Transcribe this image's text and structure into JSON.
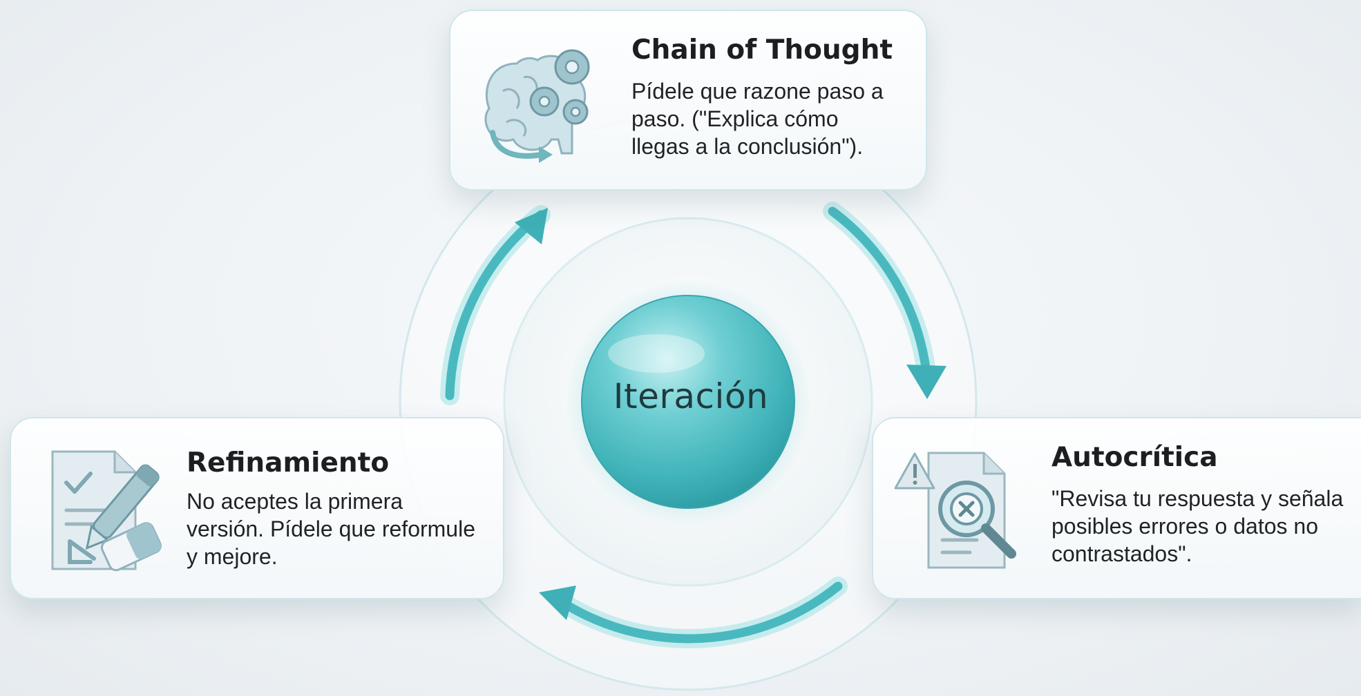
{
  "center": {
    "label": "Iteración"
  },
  "steps": [
    {
      "title": "Chain of Thought",
      "lines": [
        "Pídele que razone paso a",
        "paso. (\"Explica cómo",
        "llegas a la conclusión\")."
      ],
      "icon": "brain-gears-icon"
    },
    {
      "title": "Autocrítica",
      "lines": [
        "\"Revisa tu respuesta y señala",
        "posibles errores o datos no",
        "contrastados\"."
      ],
      "icon": "document-magnifier-icon"
    },
    {
      "title": "Refinamiento",
      "lines": [
        "No aceptes la primera",
        "versión. Pídele que reformule",
        "y mejore."
      ],
      "icon": "checklist-pen-eraser-icon"
    }
  ],
  "colors": {
    "accent": "#3fb3b9",
    "accent_dark": "#2a9aa3",
    "ring": "#cfe6ea",
    "text": "#1b1f22",
    "background": "#eef2f5"
  }
}
